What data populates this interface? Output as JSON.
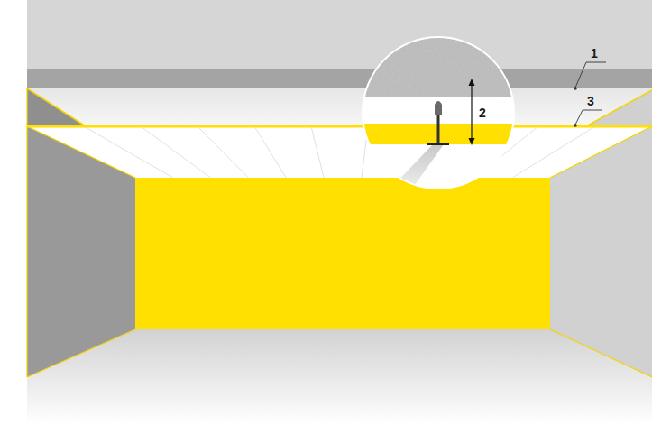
{
  "diagram": {
    "labels": [
      "1",
      "3",
      "2"
    ]
  }
}
